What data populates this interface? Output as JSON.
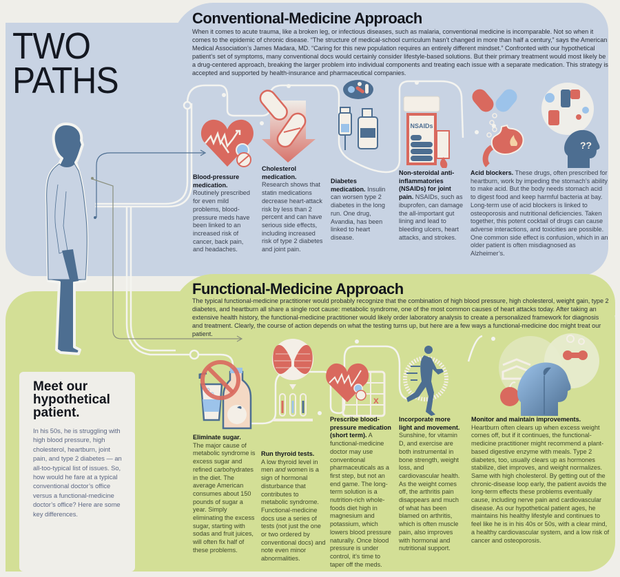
{
  "header": {
    "title_lines": [
      "TWO",
      "PATHS"
    ]
  },
  "conventional": {
    "title": "Conventional-Medicine Approach",
    "intro": "When it comes to acute trauma, like a broken leg, or infectious diseases, such as malaria, conventional medicine is incomparable. Not so when it comes to the epidemic of chronic disease. “The structure of medical-school curriculum hasn’t changed in more than half a century,” says the American Medical Association’s James Madara, MD. “Caring for this new population requires an entirely different mindset.” Confronted with our hypothetical patient’s set of symptoms, many conventional docs would certainly consider lifestyle-based solutions. But their primary treatment would most likely be a drug-centered approach, breaking the larger problem into individual components and treating each issue with a separate medication. This strategy is accepted and supported by health-insurance and pharmaceutical companies.",
    "items": [
      {
        "heading": "Blood-pressure medication.",
        "body": "Routinely prescribed for even mild problems, blood-pressure meds have been linked to an increased risk of cancer, back pain, and headaches.",
        "icon": "heart-pill-icon"
      },
      {
        "heading": "Cholesterol medication.",
        "body": "Research shows that statin medications decrease heart-attack risk by less than 2 percent and can have serious side effects, including increased risk of type 2 diabetes and joint pain.",
        "icon": "capsule-artery-icon"
      },
      {
        "heading": "Diabetes medication.",
        "body": "Insulin can worsen type 2 diabetes in the long run. One drug, Avandia, has been linked to heart disease.",
        "icon": "syringe-bottle-icon"
      },
      {
        "heading": "Non-steroidal anti-inflammatories (NSAIDs) for joint pain.",
        "body": "NSAIDs, such as ibuprofen, can damage the all-important gut lining and lead to bleeding ulcers, heart attacks, and strokes.",
        "icon": "nsaid-bottle-icon",
        "label": "NSAIDs"
      },
      {
        "heading": "Acid blockers.",
        "body": "These drugs, often prescribed for heartburn, work by impeding the stomach’s ability to make acid. But the body needs stomach acid to digest food and keep harmful bacteria at bay. Long-term use of acid blockers is linked to osteoporosis and nutritional deficiencies. Taken together, this potent cocktail of drugs can cause adverse interactions, and toxicities are possible. One common side effect is confusion, which in an older patient is often misdiagnosed as Alzheimer’s.",
        "icon": "stomach-capsule-icon",
        "icon2": "confused-head-icon",
        "icon2_text": "??"
      }
    ]
  },
  "functional": {
    "title": "Functional-Medicine Approach",
    "intro": "The typical functional-medicine practitioner would probably recognize that the combination of high blood pressure, high cholesterol, weight gain, type 2 diabetes, and heartburn all share a single root cause: metabolic syndrome, one of the most common causes of heart attacks today. After taking an extensive health history, the functional-medicine practitioner would likely order laboratory analysis to create a personalized framework for diagnosis and treatment. Clearly, the course of action depends on what the testing turns up, but here are a few ways a functional-medicine doc might treat our patient.",
    "items": [
      {
        "heading": "Eliminate sugar.",
        "body": "The major cause of metabolic syndrome is excess sugar and refined carbohydrates in the diet. The average American consumes about 150 pounds of sugar a year. Simply eliminating the excess sugar, starting with sodas and fruit juices, will often fix half of these problems.",
        "icon": "no-sugar-drinks-icon"
      },
      {
        "heading": "Run thyroid tests.",
        "body_parts": [
          "A low thyroid level in men ",
          "and",
          " women is a sign of hormonal disturbance that contributes to metabolic syndrome. Functional-medicine docs use a series of tests (not just the one or two ordered by conventional docs) and note even minor abnormalities."
        ],
        "icon": "thyroid-test-tubes-icon"
      },
      {
        "heading": "Prescribe blood-pressure medication (short term).",
        "body": "A functional-medicine doctor may use conventional pharmaceuticals as a first step, but not an end game. The long-term solution is a nutrition-rich whole-foods diet high in magnesium and potassium, which lowers blood pressure naturally. Once blood pressure is under control, it’s time to taper off the meds.",
        "icon": "heart-calendar-icon"
      },
      {
        "heading": "Incorporate more light and movement.",
        "body": "Sunshine, for vitamin D, and exercise are both instrumental in bone strength, weight loss, and cardiovascular health. As the weight comes off, the arthritis pain disappears and much of what has been blamed on arthritis, which is often muscle pain, also improves with hormonal and nutritional support.",
        "icon": "runner-sun-icon"
      },
      {
        "heading": "Monitor and maintain improvements.",
        "body": "Heartburn often clears up when excess weight comes off, but if it continues, the functional-medicine practitioner might recommend a plant-based digestive enzyme with meals. Type 2 diabetes, too, usually clears up as hormones stabilize, diet improves, and weight normalizes. Same with high cholesterol. By getting out of the chronic-disease loop early, the patient avoids the long-term effects these problems eventually cause, including nerve pain and cardiovascular disease. As our hypothetical patient ages, he maintains his healthy lifestyle and continues to feel like he is in his 40s or 50s, with a clear mind, a healthy cardiovascular system, and a low risk of cancer and osteoporosis.",
        "icon": "healthy-head-icon"
      }
    ]
  },
  "patient": {
    "title": "Meet our hypothetical patient.",
    "body": "In his 50s, he is struggling with high blood pressure, high cholesterol, heartburn, joint pain, and type 2 diabetes — an all-too-typical list of issues. So, how would he fare at a typical conventional doctor’s office versus a functional-medicine doctor’s office? Here are some key differences."
  },
  "colors": {
    "blue_panel": "#c8d3e3",
    "green_panel": "#d3df96",
    "figure_blue": "#4d6e91",
    "accent_red": "#d9695e",
    "light_blue": "#9cc3ea",
    "page_bg": "#efeee9"
  }
}
